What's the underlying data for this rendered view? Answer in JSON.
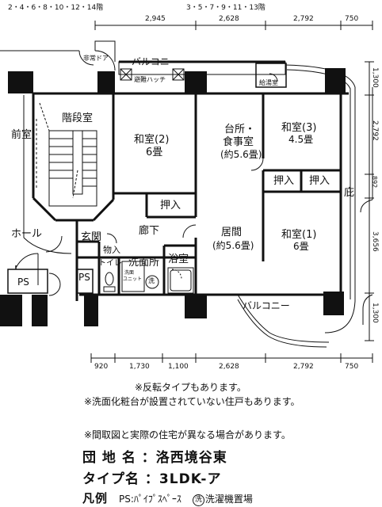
{
  "floors": {
    "left": "2・4・6・8・10・12・14階",
    "right": "3・5・7・9・11・13階"
  },
  "dims_top": [
    "2,945",
    "2,628",
    "2,792",
    "750"
  ],
  "dims_bottom": [
    "920",
    "1,730",
    "1,100",
    "2,628",
    "2,792",
    "750"
  ],
  "dims_right": [
    "1,300",
    "2,792",
    "892",
    "3,656",
    "1,300"
  ],
  "rooms": {
    "emergency_door": "非常ドア",
    "balcony_top": "バルコニー",
    "evac_hatch": "避難ハッチ",
    "water_heater": "給湯室",
    "stair_room": "階段室",
    "front_room": "前室",
    "washitsu2": "和室(2)",
    "washitsu2_size": "6畳",
    "kitchen_1": "台所・",
    "kitchen_2": "食事室",
    "kitchen_size": "(約5.6畳)",
    "washitsu3": "和室(3)",
    "washitsu3_size": "4.5畳",
    "closet_a": "押入",
    "closet_b": "押入",
    "closet_c": "押入",
    "eaves": "庇",
    "hall": "ホール",
    "entrance": "玄関",
    "storage": "物入",
    "corridor": "廊下",
    "living": "居間",
    "living_size": "(約5.6畳)",
    "washitsu1": "和室(1)",
    "washitsu1_size": "6畳",
    "ps_outer": "PS",
    "ps_inner": "PS",
    "toilet": "トイレ",
    "washroom": "洗面所",
    "bath": "浴室",
    "washer_mark": "洗",
    "dresser_1": "洗面",
    "dresser_2": "ユニット",
    "balcony_bottom": "バルコニー"
  },
  "notes": [
    "※反転タイプもあります。",
    "※洗面化粧台が設置されていない住戸もあります。",
    "※間取図と実際の住宅が異なる場合があります。"
  ],
  "info": {
    "complex_label": "団 地 名 ：",
    "complex_name": "洛西境谷東",
    "type_label": "タイプ名 ：",
    "type_name": "3LDK-ア"
  },
  "legend": {
    "title": "凡例",
    "ps": "PS:ﾊﾟｲﾌﾟｽﾍﾟｰｽ",
    "washer_symbol": "洗",
    "washer": "洗濯機置場"
  }
}
